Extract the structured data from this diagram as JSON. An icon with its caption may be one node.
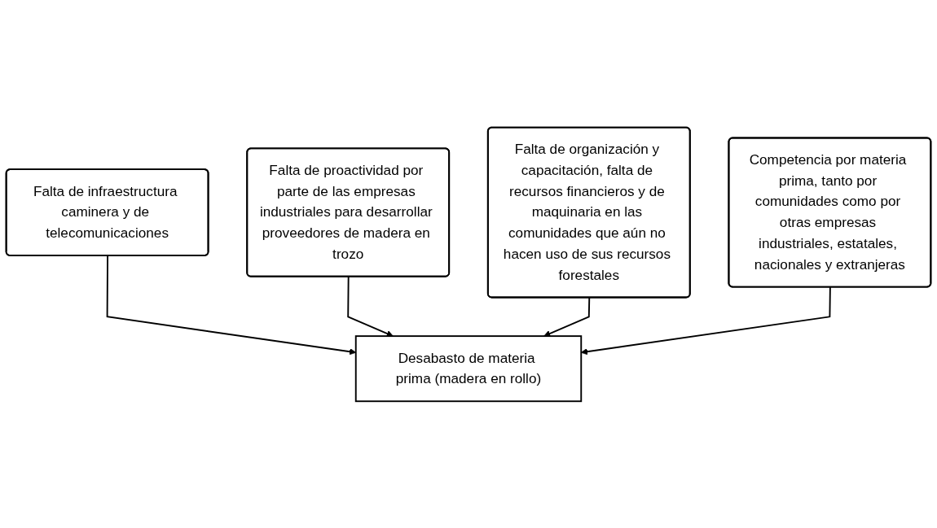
{
  "diagram": {
    "nodes": [
      {
        "text": [
          "Falta de infraestructura caminera y de telecomunicaciones"
        ]
      },
      {
        "text": [
          "Falta de proactividad por parte de las empresas industriales para desarrollar proveedores de madera en trozo"
        ]
      },
      {
        "text": [
          "Desabasto de materia prima (madera en rollo)"
        ]
      },
      {
        "text": [
          "Falta de organización y capacitación, falta de recursos financieros y de maquinaria en las comunidades que aún no hacen uso de sus recursos forestales"
        ]
      },
      {
        "text": [
          "Competencia por materia prima, tanto por comunidades como por otras empresas industriales, estatales, nacionales y extranjeras"
        ]
      }
    ],
    "edges": [
      {
        "from": 0,
        "to": 2,
        "arrow": "to"
      },
      {
        "from": 1,
        "to": 2,
        "arrow": "to"
      },
      {
        "from": 3,
        "to": 2,
        "arrow": "to"
      },
      {
        "from": 4,
        "to": 2,
        "arrow": "to"
      }
    ]
  }
}
